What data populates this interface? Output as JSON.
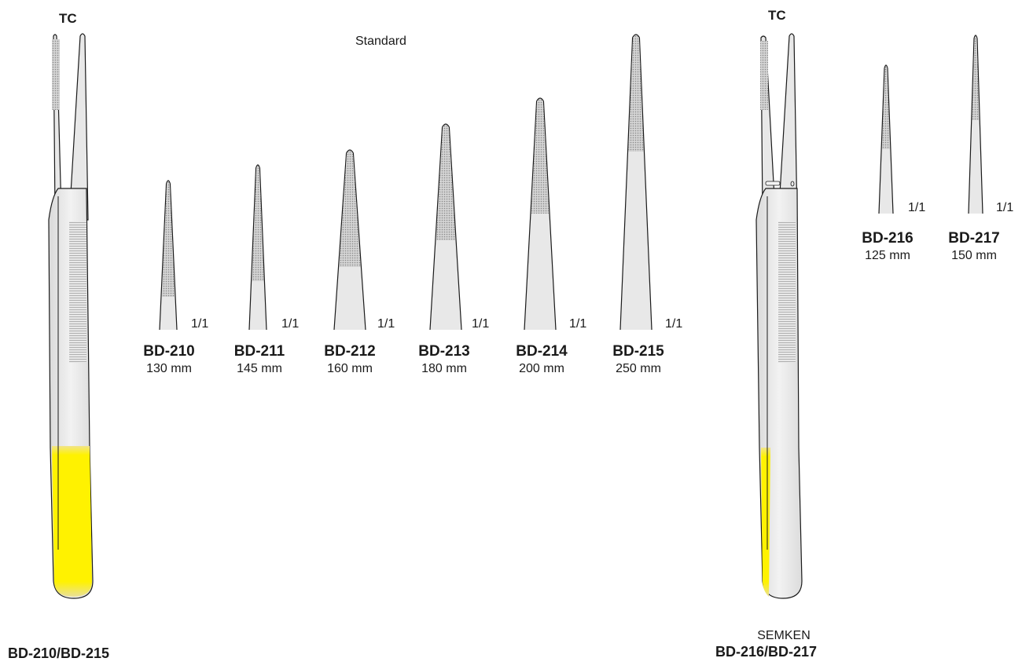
{
  "left_group": {
    "tc_label": "TC",
    "type_label": "Standard",
    "group_code": "BD-210/BD-215",
    "handle_color": "#ffee00"
  },
  "right_group": {
    "tc_label": "TC",
    "variant_name": "SEMKEN",
    "group_code": "BD-216/BD-217",
    "handle_color": "#ffee00"
  },
  "tips": [
    {
      "code": "BD-210",
      "size": "130 mm",
      "scale": "1/1"
    },
    {
      "code": "BD-211",
      "size": "145 mm",
      "scale": "1/1"
    },
    {
      "code": "BD-212",
      "size": "160 mm",
      "scale": "1/1"
    },
    {
      "code": "BD-213",
      "size": "180 mm",
      "scale": "1/1"
    },
    {
      "code": "BD-214",
      "size": "200 mm",
      "scale": "1/1"
    },
    {
      "code": "BD-215",
      "size": "250 mm",
      "scale": "1/1"
    },
    {
      "code": "BD-216",
      "size": "125 mm",
      "scale": "1/1"
    },
    {
      "code": "BD-217",
      "size": "150 mm",
      "scale": "1/1"
    }
  ],
  "colors": {
    "steel": "#e8e8e8",
    "outline": "#1a1a1a",
    "serration": "#9a9a9a"
  }
}
